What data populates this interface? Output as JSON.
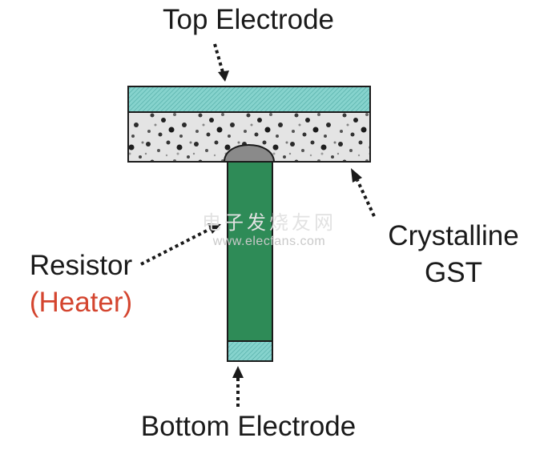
{
  "labels": {
    "top_electrode": "Top Electrode",
    "crystalline_line1": "Crystalline",
    "crystalline_line2": "GST",
    "resistor": "Resistor",
    "heater": "(Heater)",
    "bottom_electrode": "Bottom Electrode"
  },
  "watermark": {
    "cn": "电子发烧友网",
    "url": "www.elecfans.com"
  },
  "colors": {
    "electrode": "#7ecfc9",
    "electrode_border": "#1b1b1b",
    "resistor": "#2e8b57",
    "gst_base": "#dcdcdc",
    "amorphous_dome": "#8c8c8c",
    "heater_text": "#d4452f",
    "arrow": "#1a1a1a"
  }
}
